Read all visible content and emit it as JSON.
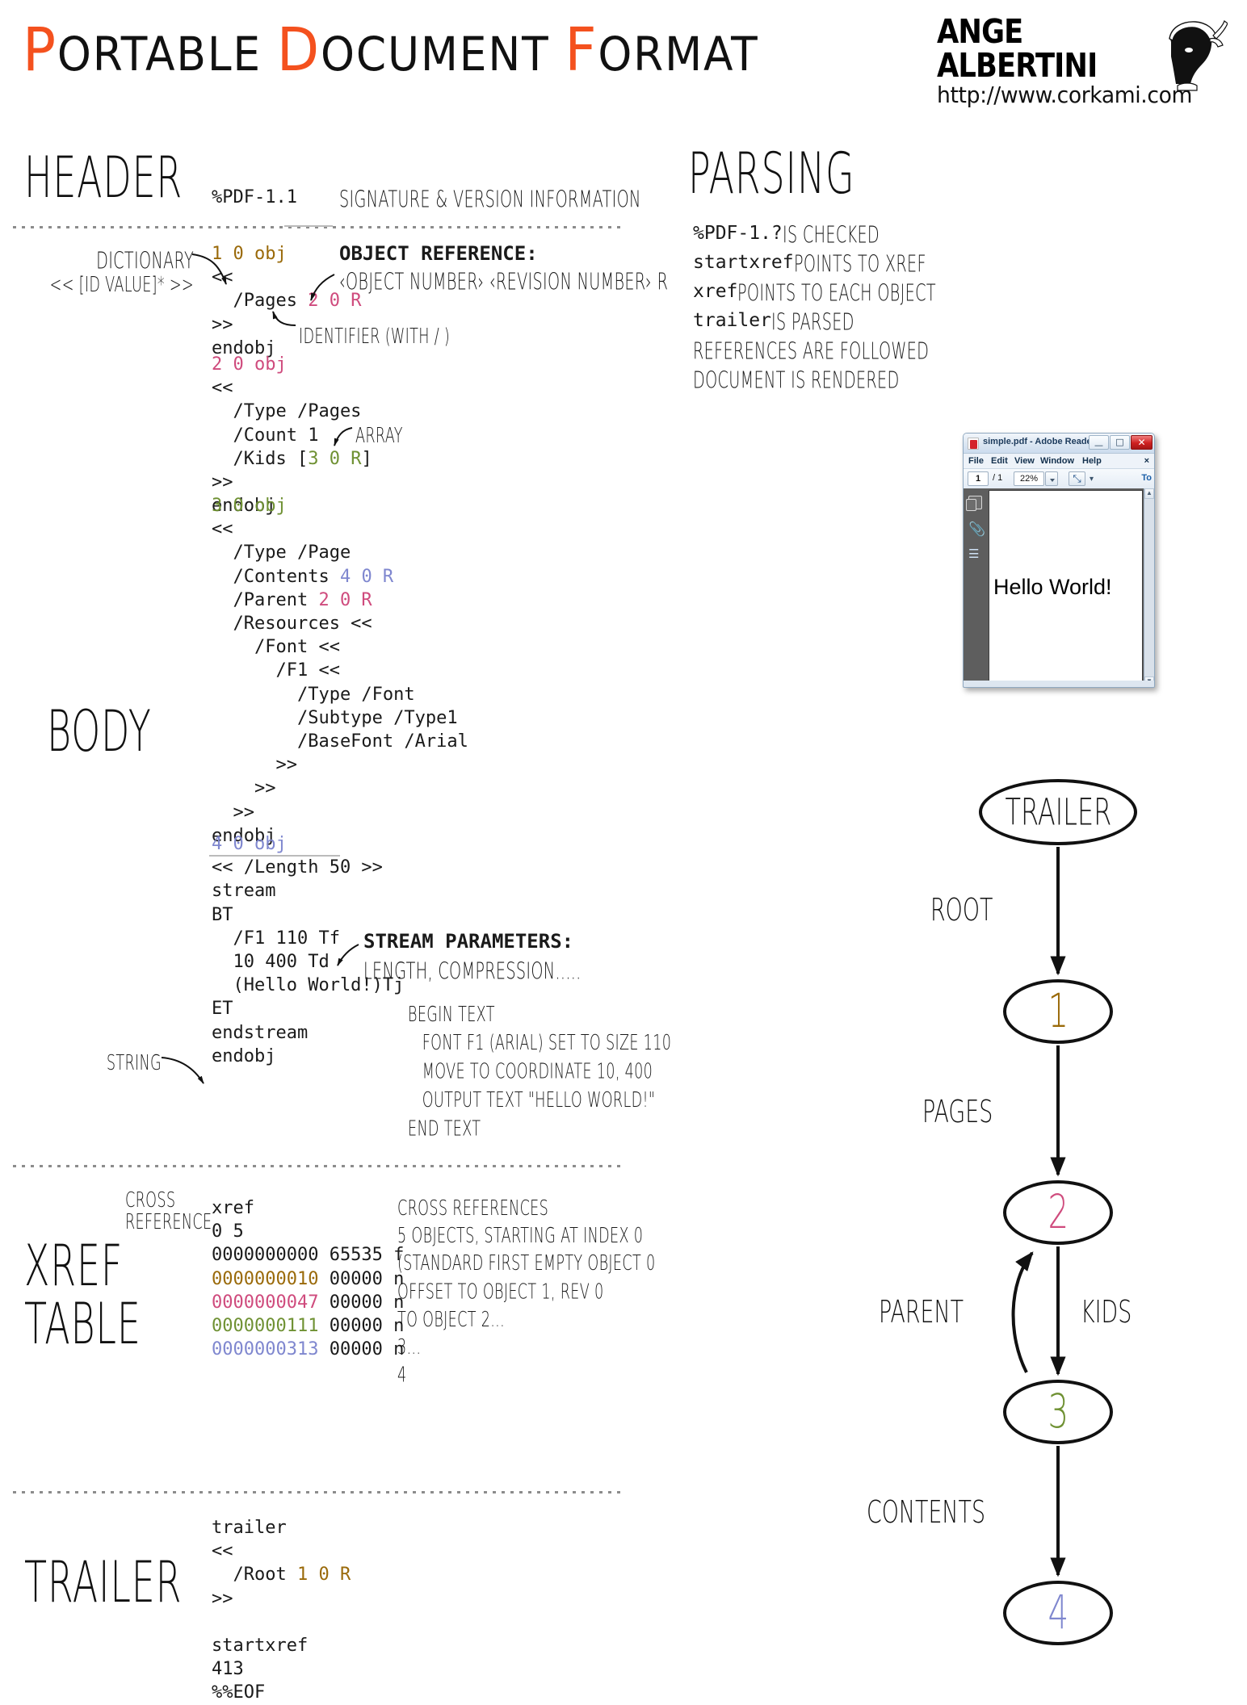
{
  "title": {
    "parts": [
      {
        "cap": "P",
        "rest": "ORTABLE"
      },
      {
        "cap": "D",
        "rest": "OCUMENT"
      },
      {
        "cap": "F",
        "rest": "ORMAT"
      }
    ],
    "accent_color": "#f4511e"
  },
  "logo": {
    "name": "ANGE ALBERTINI",
    "url": "http://www.corkami.com"
  },
  "sections": {
    "header": "HEADER",
    "body": "BODY",
    "xref": "XREF",
    "xref_table": "TABLE",
    "trailer": "TRAILER",
    "parsing": "PARSING"
  },
  "header": {
    "code": "%PDF-1.1",
    "annotation": "SIGNATURE & VERSION INFORMATION"
  },
  "body_annotations": {
    "dictionary_label": "DICTIONARY",
    "dictionary_syntax": "<< [ID VALUE]* >>",
    "object_reference_title": "OBJECT REFERENCE:",
    "object_reference_syntax": "‹OBJECT NUMBER› ‹REVISION NUMBER› R",
    "identifier_label": "IDENTIFIER (WITH / )",
    "array_label": "ARRAY",
    "stream_params_title": "STREAM PARAMETERS:",
    "stream_params_sub": "LENGTH, COMPRESSION.....",
    "string_label": "STRING"
  },
  "body_code": {
    "obj1": [
      {
        "text": "1 0 obj",
        "color": "o1"
      },
      {
        "text": "<<",
        "color": ""
      },
      {
        "text": "  /Pages ",
        "color": "",
        "suffix": "2 0 R",
        "suffix_color": "o2"
      },
      {
        "text": ">>",
        "color": ""
      },
      {
        "text": "endobj",
        "color": ""
      }
    ],
    "obj2": [
      {
        "text": "2 0 obj",
        "color": "o2"
      },
      {
        "text": "<<",
        "color": ""
      },
      {
        "text": "  /Type /Pages",
        "color": ""
      },
      {
        "text": "  /Count 1",
        "color": ""
      },
      {
        "text": "  /Kids [",
        "color": "",
        "suffix": "3 0 R",
        "suffix_color": "o3",
        "tail": "]"
      },
      {
        "text": ">>",
        "color": ""
      },
      {
        "text": "endobj",
        "color": ""
      }
    ],
    "obj3": [
      {
        "text": "3 0 obj",
        "color": "o3"
      },
      {
        "text": "<<",
        "color": ""
      },
      {
        "text": "  /Type /Page",
        "color": ""
      },
      {
        "text": "  /Contents ",
        "color": "",
        "suffix": "4 0 R",
        "suffix_color": "o4"
      },
      {
        "text": "  /Parent ",
        "color": "",
        "suffix": "2 0 R",
        "suffix_color": "o2"
      },
      {
        "text": "  /Resources <<",
        "color": ""
      },
      {
        "text": "    /Font <<",
        "color": ""
      },
      {
        "text": "      /F1 <<",
        "color": ""
      },
      {
        "text": "        /Type /Font",
        "color": ""
      },
      {
        "text": "        /Subtype /Type1",
        "color": ""
      },
      {
        "text": "        /BaseFont /Arial",
        "color": ""
      },
      {
        "text": "      >>",
        "color": ""
      },
      {
        "text": "    >>",
        "color": ""
      },
      {
        "text": "  >>",
        "color": ""
      },
      {
        "text": "endobj",
        "color": ""
      }
    ],
    "obj4": [
      {
        "text": "4 0 obj",
        "color": "o4"
      },
      {
        "text": "<< /Length 50 >>",
        "color": ""
      },
      {
        "text": "stream",
        "color": ""
      },
      {
        "text": "BT",
        "color": ""
      },
      {
        "text": "  /F1 110 Tf",
        "color": ""
      },
      {
        "text": "  10 400 Td",
        "color": ""
      },
      {
        "text": "  (Hello World!)Tj",
        "color": ""
      },
      {
        "text": "ET",
        "color": ""
      },
      {
        "text": "endstream",
        "color": ""
      },
      {
        "text": "endobj",
        "color": ""
      }
    ],
    "stream_comments": [
      "BEGIN TEXT",
      "   FONT F1 (ARIAL) SET TO SIZE 110",
      "   MOVE TO COORDINATE 10, 400",
      "   OUTPUT TEXT \"HELLO WORLD!\"",
      "END TEXT"
    ]
  },
  "xref": {
    "cross_label_line1": "CROSS",
    "cross_label_line2": "REFERENCE",
    "code": [
      {
        "text": "xref",
        "color": ""
      },
      {
        "text": "0 5",
        "color": ""
      },
      {
        "text": "0000000000 65535 f",
        "color": ""
      },
      {
        "text": "0000000010",
        "color": "o1",
        "tail": " 00000 n"
      },
      {
        "text": "0000000047",
        "color": "o2",
        "tail": " 00000 n"
      },
      {
        "text": "0000000111",
        "color": "o3",
        "tail": " 00000 n"
      },
      {
        "text": "0000000313",
        "color": "o4",
        "tail": " 00000 n"
      }
    ],
    "comments": [
      "CROSS REFERENCES",
      "5 OBJECTS, STARTING AT INDEX 0",
      "(STANDARD FIRST EMPTY OBJECT 0",
      "OFFSET TO OBJECT 1, REV 0",
      "TO OBJECT 2...",
      "3...",
      "4"
    ]
  },
  "trailer": {
    "code": [
      {
        "text": "trailer",
        "color": ""
      },
      {
        "text": "<<",
        "color": ""
      },
      {
        "text": "  /Root ",
        "color": "",
        "suffix": "1 0 R",
        "suffix_color": "o1"
      },
      {
        "text": ">>",
        "color": ""
      },
      {
        "text": "",
        "color": ""
      },
      {
        "text": "startxref",
        "color": ""
      },
      {
        "text": "413",
        "color": ""
      },
      {
        "text": "%%EOF",
        "color": ""
      }
    ]
  },
  "parsing": {
    "steps": [
      {
        "kw": "%PDF-1.?",
        "text": " IS CHECKED"
      },
      {
        "kw": "startxref",
        "text": " POINTS TO XREF"
      },
      {
        "kw": "xref",
        "text": " POINTS TO EACH OBJECT"
      },
      {
        "kw": "trailer",
        "text": " IS PARSED"
      },
      {
        "kw": "",
        "text": "REFERENCES ARE FOLLOWED"
      },
      {
        "kw": "",
        "text": "DOCUMENT IS RENDERED"
      }
    ]
  },
  "reader": {
    "title": "simple.pdf - Adobe Reader",
    "menus": [
      "File",
      "Edit",
      "View",
      "Window",
      "Help"
    ],
    "close_menu_glyph": "×",
    "page_current": "1",
    "page_total": "/ 1",
    "zoom": "22%",
    "tools_label": "To",
    "page_text": "Hello World!",
    "min_glyph": "—",
    "max_glyph": "□",
    "close_glyph": "✕",
    "fit_glyph": "⤡",
    "scroll_up_glyph": "▲",
    "scroll_down_glyph": "▼"
  },
  "flowchart": {
    "nodes": [
      {
        "label": "TRAILER",
        "color": "#111111"
      },
      {
        "label": "1",
        "color": "#9a6a0a"
      },
      {
        "label": "2",
        "color": "#cf4b7d"
      },
      {
        "label": "3",
        "color": "#6f9133"
      },
      {
        "label": "4",
        "color": "#7f87cf"
      }
    ],
    "edges": [
      {
        "label": "ROOT"
      },
      {
        "label": "PAGES"
      },
      {
        "label": "PARENT"
      },
      {
        "label": "KIDS"
      },
      {
        "label": "CONTENTS"
      }
    ]
  }
}
